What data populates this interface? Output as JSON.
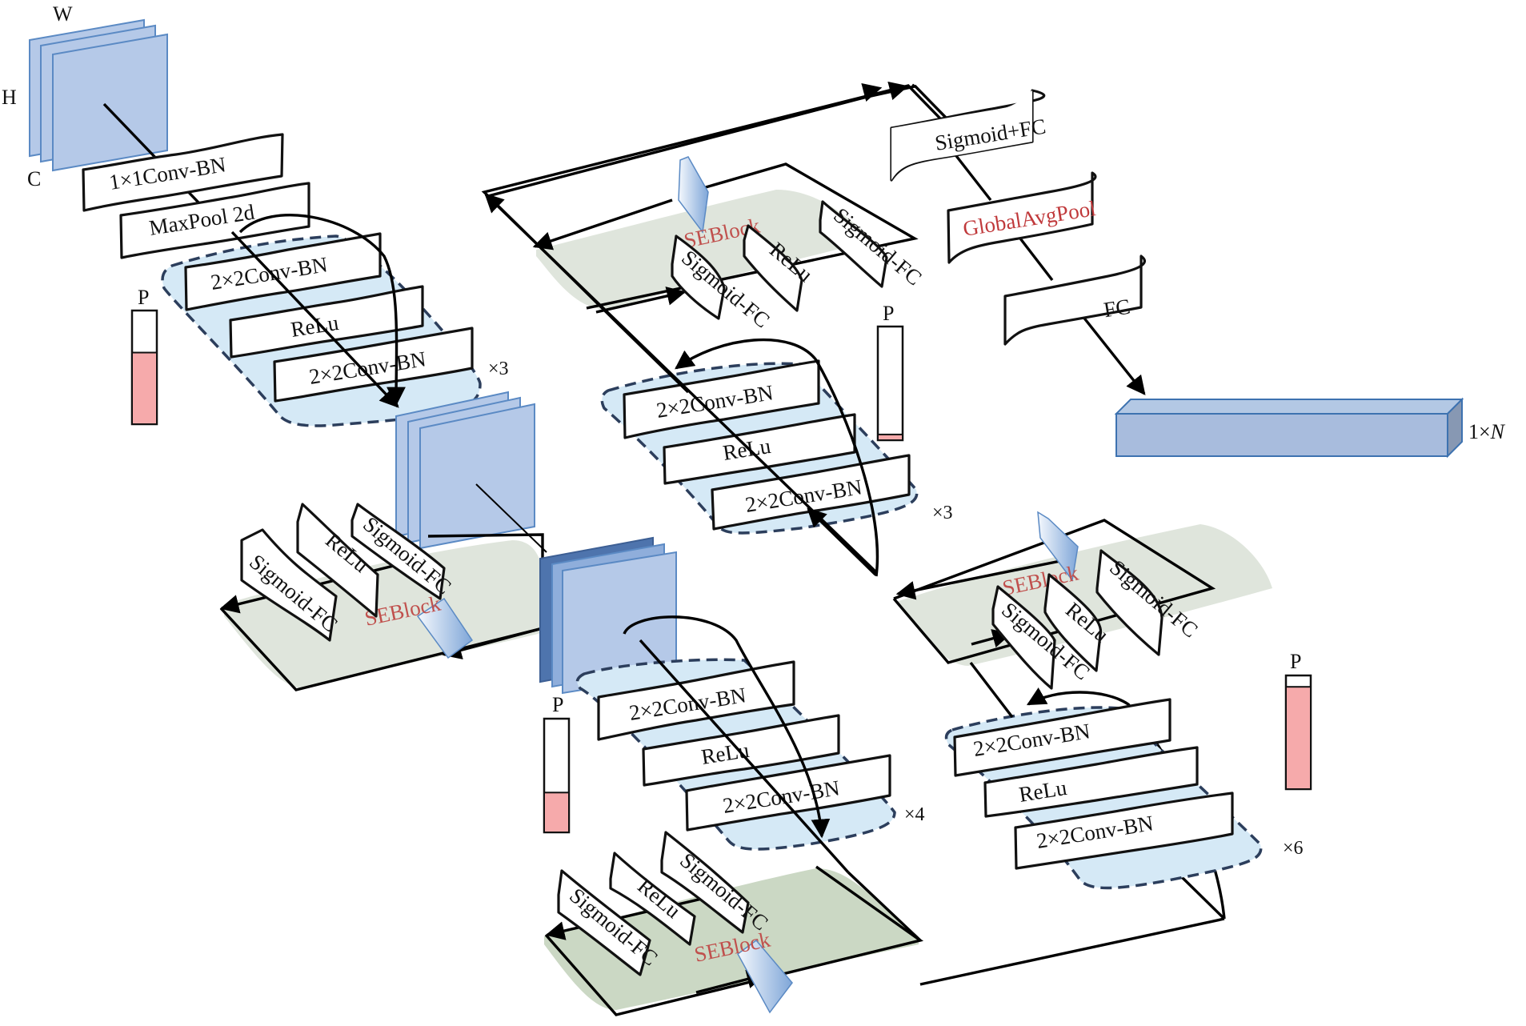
{
  "figure": {
    "title": "SE-ResNet style network architecture diagram",
    "input_dims": {
      "width_label": "W",
      "height_label": "H",
      "channel_label": "C"
    },
    "stem": {
      "layers": [
        "1×1Conv-BN",
        "MaxPool 2d"
      ]
    },
    "stages": [
      {
        "id": "stage-1",
        "layers": [
          "2×2Conv-BN",
          "ReLu",
          "2×2Conv-BN"
        ],
        "repeat": "×3",
        "p_label": "P",
        "p_fraction": 0.63,
        "seblock": {
          "title": "SEBlock",
          "layers": [
            "Sigmoid-FC",
            "ReLu",
            "Sigmoid-FC"
          ]
        }
      },
      {
        "id": "stage-2",
        "layers": [
          "2×2Conv-BN",
          "ReLu",
          "2×2Conv-BN"
        ],
        "repeat": "×4",
        "p_label": "P",
        "p_fraction": 0.35,
        "seblock": {
          "title": "SEBlock",
          "layers": [
            "Sigmoid-FC",
            "ReLu",
            "Sigmoid-FC"
          ]
        }
      },
      {
        "id": "stage-3",
        "layers": [
          "2×2Conv-BN",
          "ReLu",
          "2×2Conv-BN"
        ],
        "repeat": "×6",
        "p_label": "P",
        "p_fraction": 0.9,
        "seblock": {
          "title": "SEBlock",
          "layers": [
            "Sigmoid-FC",
            "ReLu",
            "Sigmoid-FC"
          ]
        }
      },
      {
        "id": "stage-4",
        "layers": [
          "2×2Conv-BN",
          "ReLu",
          "2×2Conv-BN"
        ],
        "repeat": "×3",
        "p_label": "P",
        "p_fraction": 0.05,
        "seblock": {
          "title": "SEBlock",
          "layers": [
            "Sigmoid-FC",
            "ReLu",
            "Sigmoid-FC"
          ]
        }
      }
    ],
    "head": {
      "layers": [
        "Sigmoid+FC",
        "GlobalAvgPool",
        "FC"
      ],
      "highlight_layer": "GlobalAvgPool",
      "output_label_prefix": "1×",
      "output_label_var": "N"
    },
    "colors": {
      "feature_map": "#b5c9e8",
      "feature_map_dark": "#4e74ad",
      "group_fill": "#d5e9f6",
      "group_border": "#2c3e5c",
      "seblock_plane": "#dfe5dc",
      "seblock_title": "#c0504d",
      "p_bar_fill": "#f6aaab",
      "highlight_text": "#c0393b"
    }
  }
}
